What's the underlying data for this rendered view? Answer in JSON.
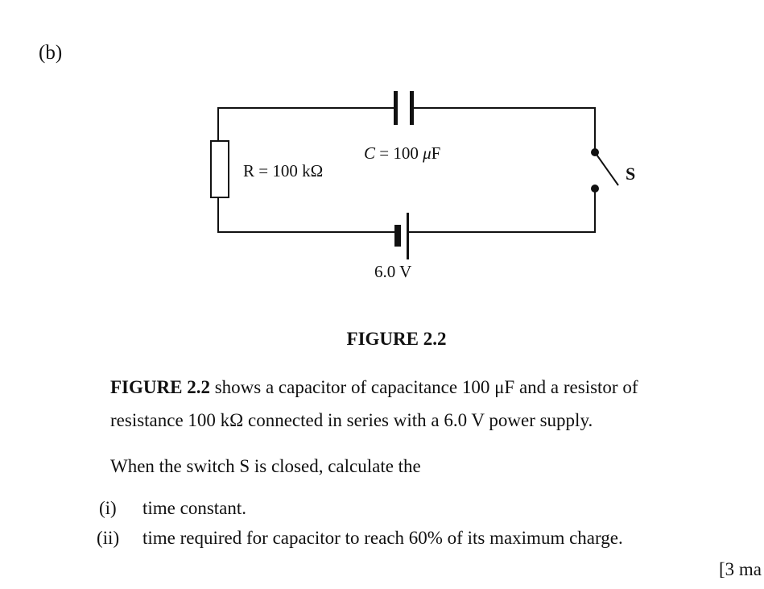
{
  "part_label": "(b)",
  "circuit": {
    "capacitor_label_var": "C",
    "capacitor_label_value": " = 100 ",
    "capacitor_label_unit_mu": "μ",
    "capacitor_label_unit": "F",
    "resistor_label": "R = 100 kΩ",
    "battery_label": "6.0 V",
    "switch_label": "S",
    "switch_state": "open"
  },
  "figure_caption": "FIGURE 2.2",
  "question": {
    "para1_bold": "FIGURE 2.2",
    "para1_line1_rest": " shows a capacitor of capacitance 100 μF and a resistor of",
    "para1_line2": "resistance 100 kΩ connected in series with a 6.0 V power supply.",
    "para2": "When the switch S is closed, calculate the",
    "subquestions": [
      {
        "num": "(i)",
        "text": "time constant."
      },
      {
        "num": "(ii)",
        "text": "time required for capacitor to reach 60% of its maximum charge."
      }
    ],
    "marks": "[3 ma"
  }
}
